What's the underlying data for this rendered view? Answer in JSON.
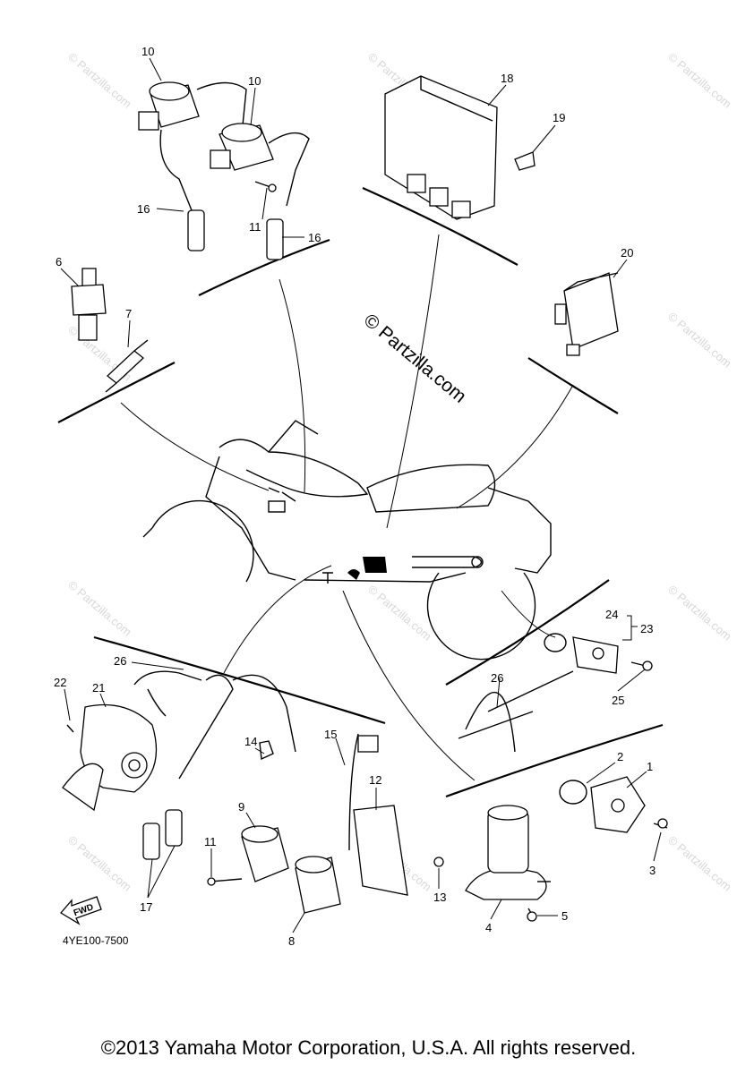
{
  "watermark": {
    "center": "© Partzilla.com",
    "tile": "© Partzilla.com"
  },
  "callouts": {
    "c10a": "10",
    "c10b": "10",
    "c16a": "16",
    "c16b": "16",
    "c11a": "11",
    "c18": "18",
    "c19": "19",
    "c20": "20",
    "c6": "6",
    "c7": "7",
    "c24": "24",
    "c23": "23",
    "c26a": "26",
    "c25": "25",
    "c26b": "26",
    "c22": "22",
    "c21": "21",
    "c14": "14",
    "c15": "15",
    "c9": "9",
    "c12": "12",
    "c11b": "11",
    "c13": "13",
    "c17": "17",
    "c8": "8",
    "c2": "2",
    "c1": "1",
    "c3": "3",
    "c4": "4",
    "c5": "5"
  },
  "fwd_label": "FWD",
  "part_code": "4YE100-7500",
  "copyright": "©2013  Yamaha Motor Corporation, U.S.A. All rights reserved."
}
